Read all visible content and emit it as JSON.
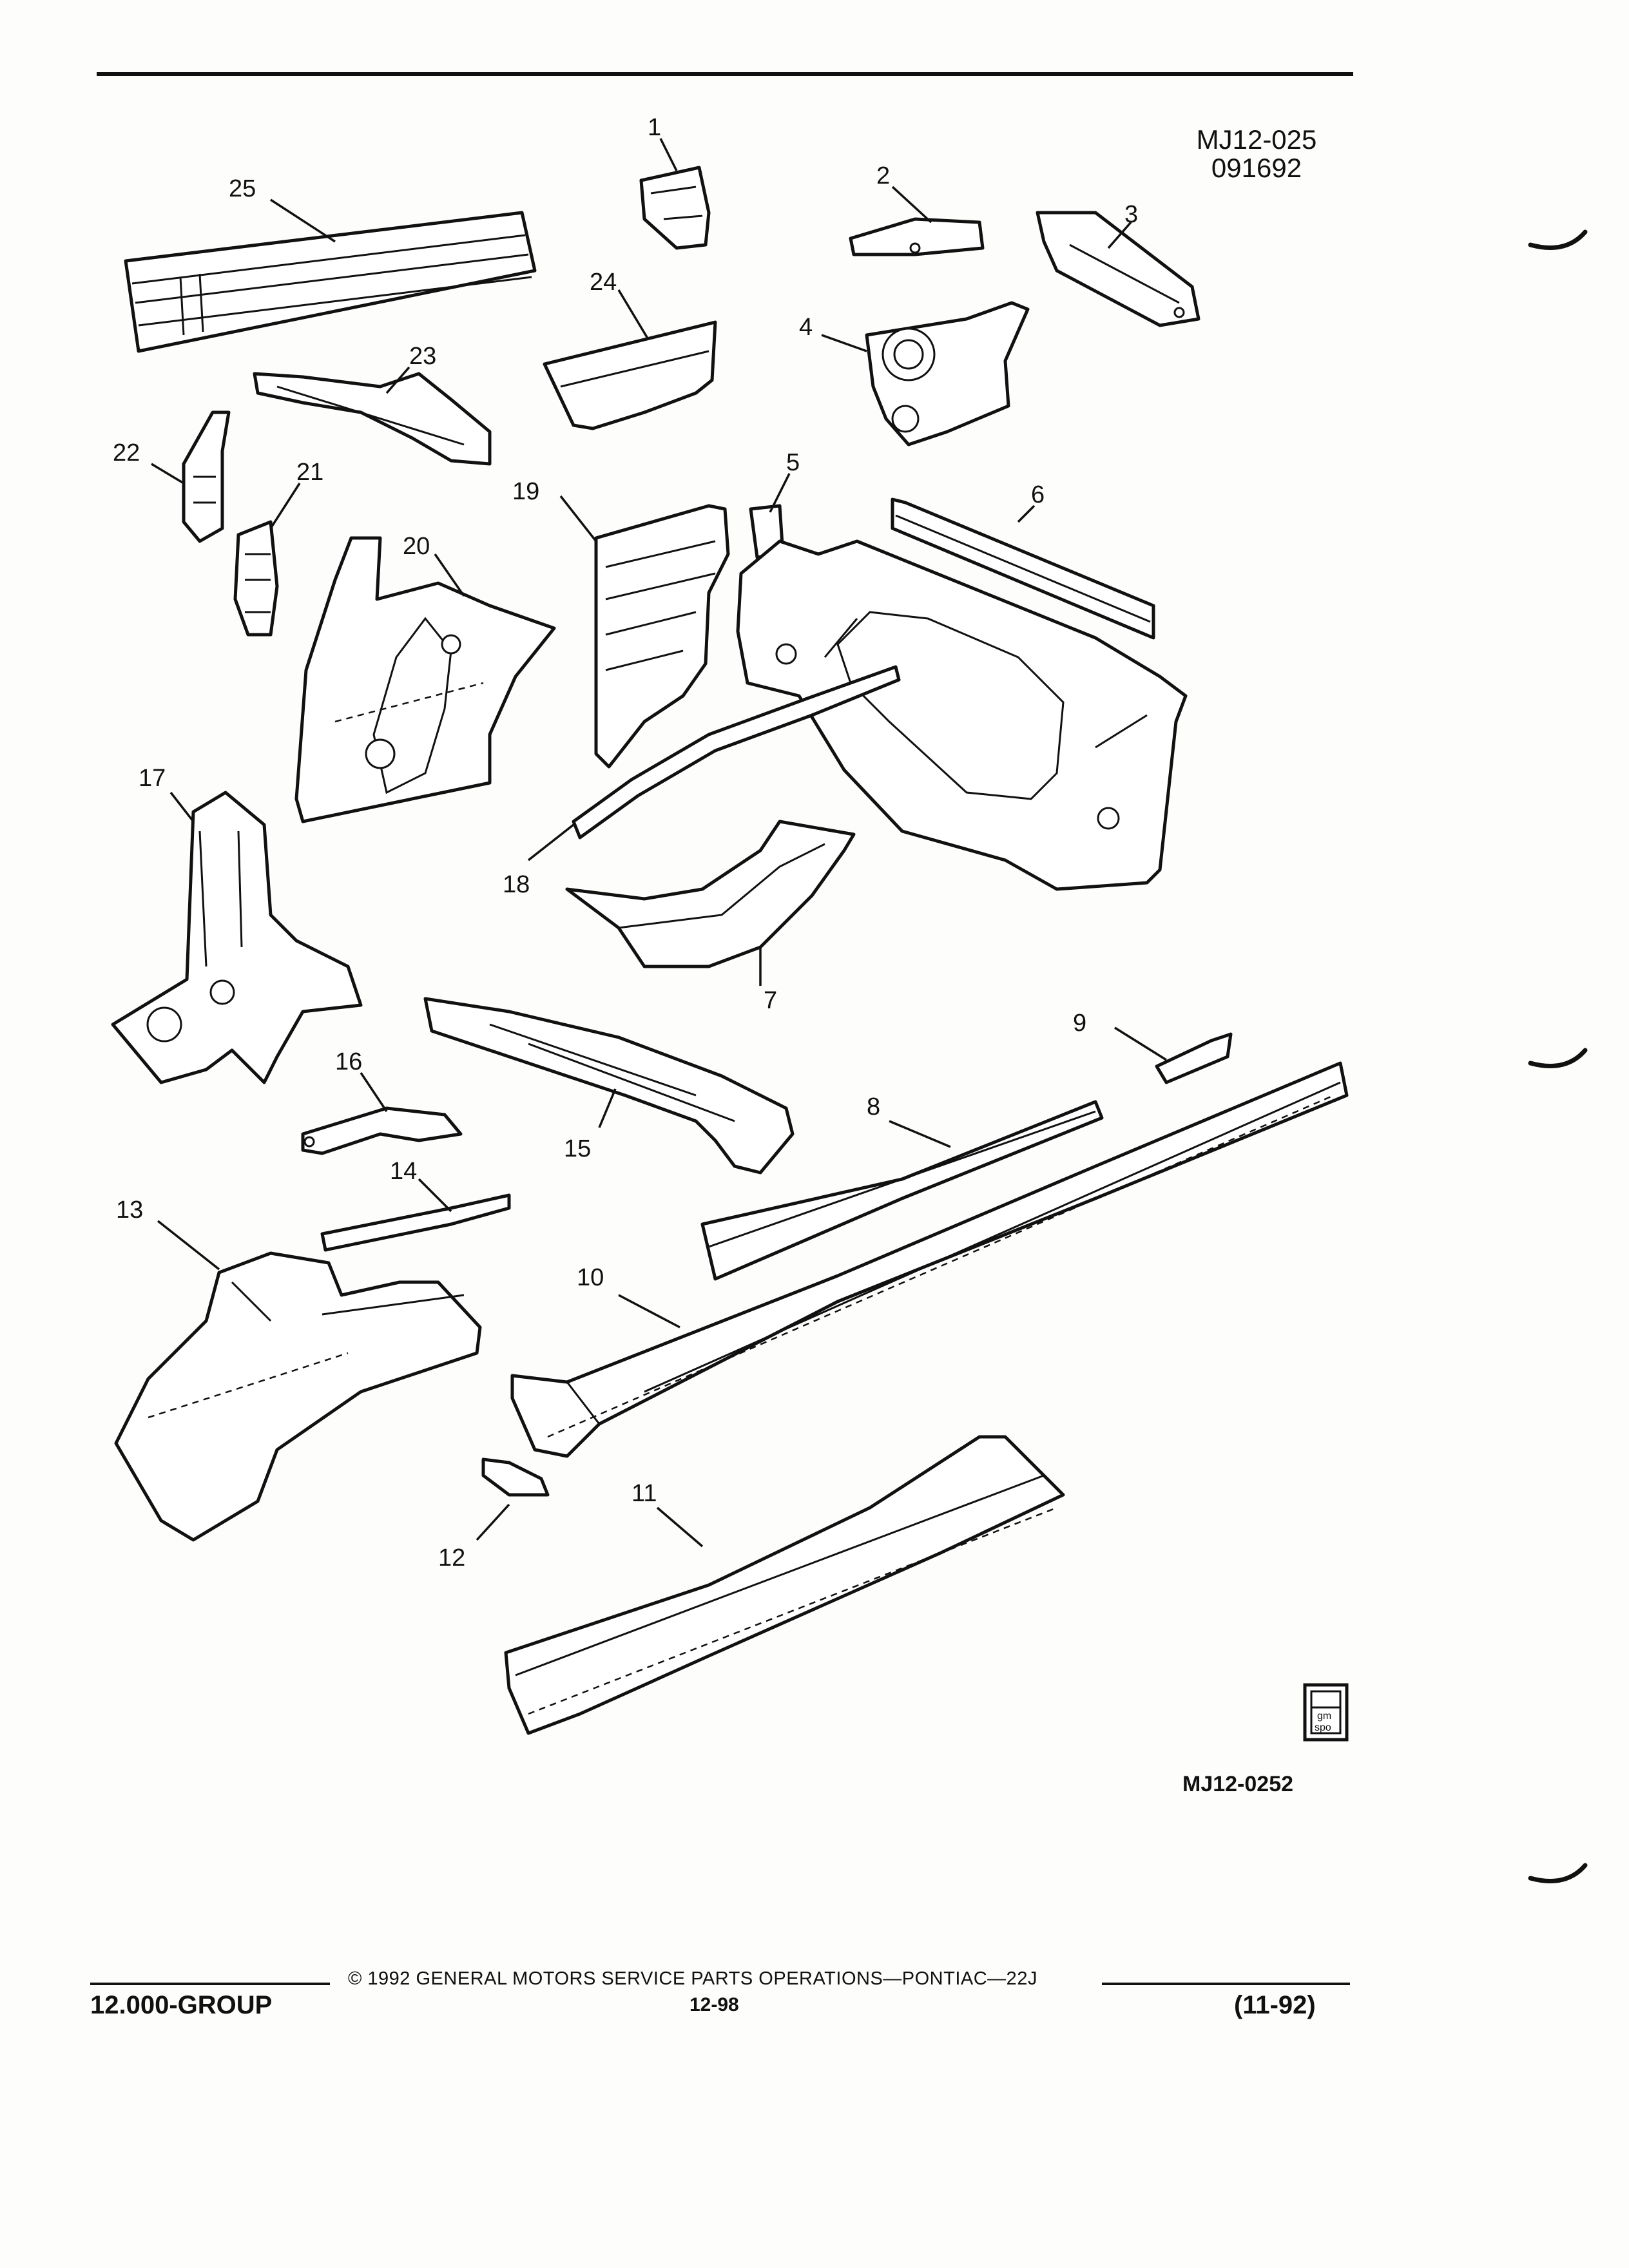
{
  "header": {
    "figure_ref": "MJ12-025",
    "date_code": "091692"
  },
  "diagram": {
    "callouts": [
      "1",
      "2",
      "3",
      "4",
      "5",
      "6",
      "7",
      "8",
      "9",
      "10",
      "11",
      "12",
      "13",
      "14",
      "15",
      "16",
      "17",
      "18",
      "19",
      "20",
      "21",
      "22",
      "23",
      "24",
      "25"
    ]
  },
  "logo": {
    "text_line1": "gm",
    "text_line2": "spo"
  },
  "illustration_code": "MJ12-0252",
  "footer": {
    "copyright": "©  1992  GENERAL MOTORS SERVICE PARTS OPERATIONS—PONTIAC—22J",
    "group": "12.000-GROUP",
    "page_number": "12-98",
    "revision": "(11-92)"
  }
}
